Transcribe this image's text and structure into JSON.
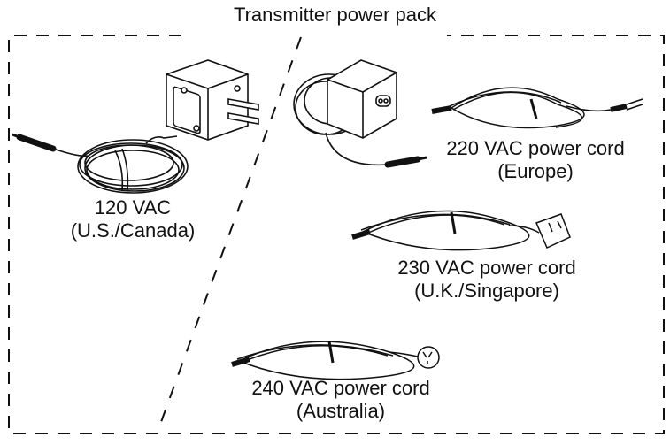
{
  "figure": {
    "title": "Transmitter power pack",
    "us_adapter": {
      "line1": "120 VAC",
      "line2": "(U.S./Canada)"
    },
    "europe_cord": {
      "line1": "220 VAC power cord",
      "line2": "(Europe)"
    },
    "uk_cord": {
      "line1": "230 VAC power cord",
      "line2": "(U.K./Singapore)"
    },
    "australia_cord": {
      "line1": "240 VAC power cord",
      "line2": "(Australia)"
    }
  }
}
